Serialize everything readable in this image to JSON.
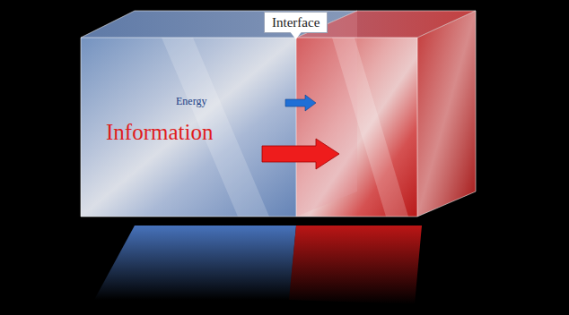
{
  "diagram": {
    "nodes": [
      {
        "text": [
          "Interface"
        ]
      }
    ],
    "labels": [
      "Energy",
      "Information"
    ]
  }
}
